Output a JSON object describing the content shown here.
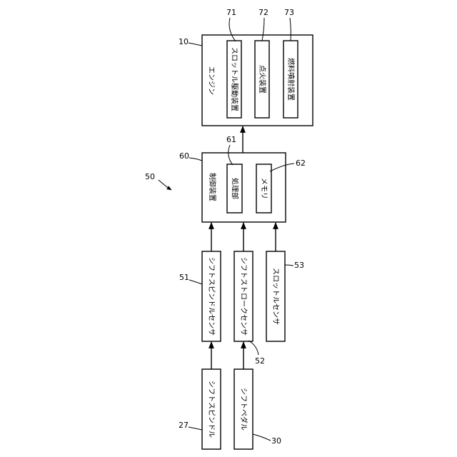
{
  "refs": {
    "engine": "10",
    "throttle_drive": "71",
    "ignition": "72",
    "fuel_injection": "73",
    "control": "60",
    "processor": "61",
    "memory": "62",
    "system": "50",
    "shift_spindle_sensor": "51",
    "shift_stroke_sensor": "52",
    "throttle_sensor": "53",
    "shift_spindle": "27",
    "shift_pedal": "30"
  },
  "labels": {
    "engine": "エンジン",
    "throttle_drive": "スロットル駆動装置",
    "ignition": "点火装置",
    "fuel_injection": "燃料噴射装置",
    "control": "制御装置",
    "processor": "処理部",
    "memory": "メモリ",
    "shift_spindle_sensor": "シフトスピンドルセンサ",
    "shift_stroke_sensor": "シフトストロークセンサ",
    "throttle_sensor": "スロットルセンサ",
    "shift_spindle": "シフトスピンドル",
    "shift_pedal": "シフトペダル"
  }
}
